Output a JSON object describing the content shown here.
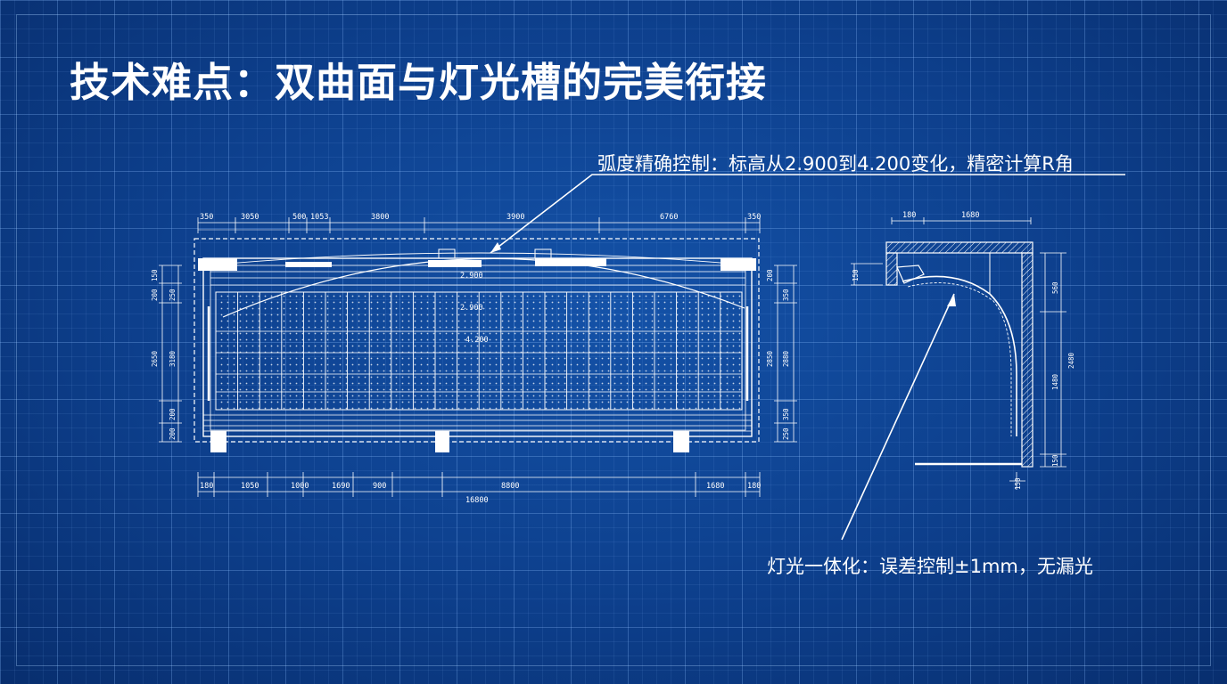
{
  "slide": {
    "title": "技术难点：双曲面与灯光槽的完美衔接"
  },
  "callouts": {
    "top": "弧度精确控制：标高从2.900到4.200变化，精密计算R角",
    "bottom": "灯光一体化：误差控制±1mm，无漏光"
  },
  "plan_drawing": {
    "top_dimensions": [
      "350",
      "3050",
      "500",
      "1053",
      "3800",
      "3900",
      "6760",
      "350"
    ],
    "bottom_dimensions": [
      "180",
      "1050",
      "1000",
      "1690",
      "900",
      "8800",
      "1680",
      "180"
    ],
    "total_width": "16800",
    "elevation_labels": [
      "2.900",
      "2.900",
      "4.200"
    ],
    "left_dimensions": [
      "150",
      "250",
      "200",
      "2650",
      "3180",
      "200",
      "200"
    ],
    "right_dimensions": [
      "200",
      "350",
      "2850",
      "2880",
      "350",
      "250"
    ]
  },
  "section_drawing": {
    "top_dimensions": [
      "180",
      "1680"
    ],
    "left_dimension": "150",
    "right_dimensions": [
      "560",
      "2480",
      "1480",
      "150"
    ],
    "bottom_dimension": "150"
  },
  "colors": {
    "background": "#0d3f8c",
    "line": "#ffffff",
    "grid": "#8cbeff"
  }
}
